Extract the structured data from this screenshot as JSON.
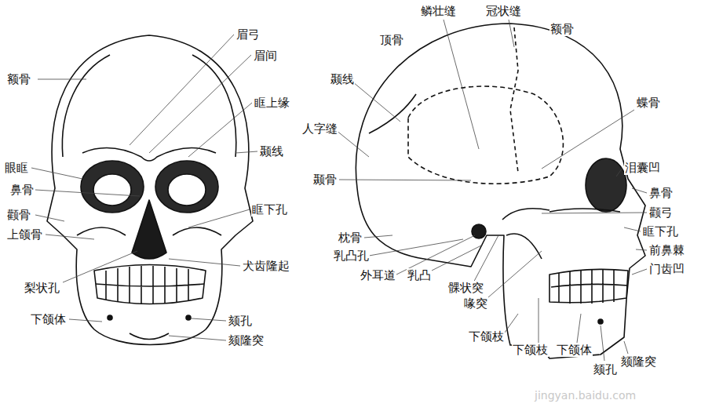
{
  "diagram": {
    "labels": [
      "眉弓",
      "眉间",
      "额骨",
      "眶上缘",
      "颞线",
      "眼眶",
      "鼻骨",
      "颧骨",
      "上颌骨",
      "眶下孔",
      "犬齿隆起",
      "梨状孔",
      "下颌体",
      "颏孔",
      "颏隆突",
      "鳞壮缝",
      "冠状缝",
      "顶骨",
      "额骨",
      "颞线",
      "蝶骨",
      "人字缝",
      "泪囊凹",
      "颞骨",
      "鼻骨",
      "颧弓",
      "眶下孔",
      "前鼻棘",
      "枕骨",
      "门齿凹",
      "乳凸孔",
      "外耳道",
      "乳凸",
      "髁状突",
      "喙突",
      "下颌枝",
      "下颌枝",
      "下颌体",
      "颏孔",
      "颏隆突",
      "jingyan.baidu.com"
    ]
  }
}
